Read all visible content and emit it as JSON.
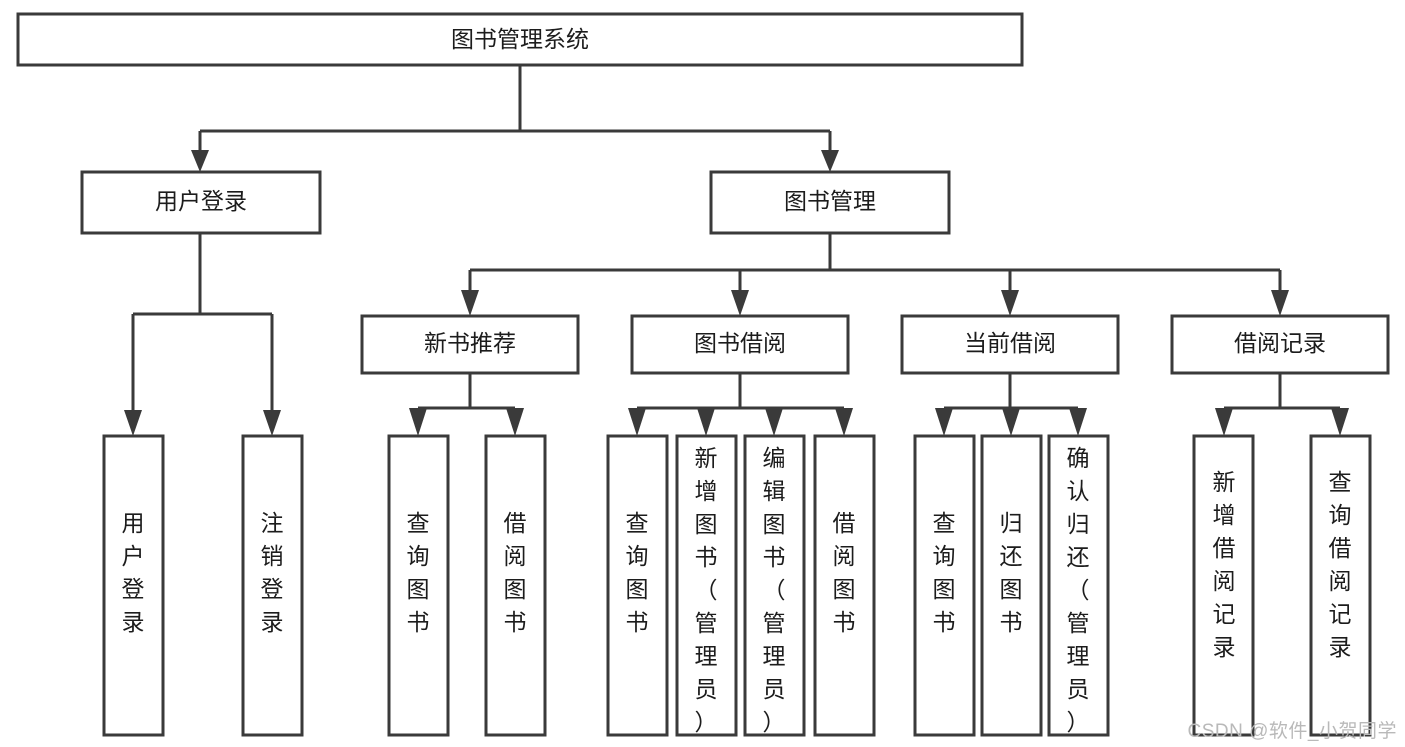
{
  "diagram": {
    "title": "图书管理系统",
    "watermark": "CSDN @软件_小贺同学",
    "colors": {
      "stroke": "#3a3a3a",
      "fill": "#ffffff",
      "text": "#1c1c1c",
      "watermark": "#b9b9b9",
      "background": "#ffffff"
    },
    "root": {
      "label": "图书管理系统"
    },
    "level2": [
      {
        "label": "用户登录"
      },
      {
        "label": "图书管理"
      }
    ],
    "level3": [
      {
        "label": "新书推荐"
      },
      {
        "label": "图书借阅"
      },
      {
        "label": "当前借阅"
      },
      {
        "label": "借阅记录"
      }
    ],
    "leaves": {
      "user_login": [
        {
          "label": "用户登录"
        },
        {
          "label": "注销登录"
        }
      ],
      "new_book_recommend": [
        {
          "label": "查询图书"
        },
        {
          "label": "借阅图书"
        }
      ],
      "book_borrow": [
        {
          "label": "查询图书"
        },
        {
          "label": "新增图书（管理员）"
        },
        {
          "label": "编辑图书（管理员）"
        },
        {
          "label": "借阅图书"
        }
      ],
      "current_borrow": [
        {
          "label": "查询图书"
        },
        {
          "label": "归还图书"
        },
        {
          "label": "确认归还（管理员）"
        }
      ],
      "borrow_record": [
        {
          "label": "新增借阅记录"
        },
        {
          "label": "查询借阅记录"
        }
      ]
    }
  }
}
